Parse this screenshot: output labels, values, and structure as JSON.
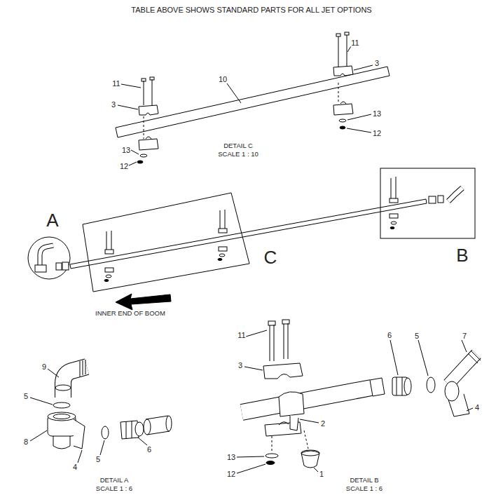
{
  "diagram": {
    "title": "TABLE ABOVE SHOWS STANDARD PARTS FOR ALL JET OPTIONS",
    "labels": [
      "11",
      "3",
      "10",
      "11",
      "3",
      "13",
      "12",
      "DETAIL C",
      "SCALE 1 : 10",
      "13",
      "12",
      "A",
      "C",
      "B",
      "INNER END OF BOOM",
      "11",
      "6",
      "5",
      "7",
      "9",
      "3",
      "5",
      "4",
      "2",
      "8",
      "6",
      "13",
      "5",
      "4",
      "12",
      "1",
      "DETAIL A",
      "SCALE 1 : 6",
      "DETAIL B",
      "SCALE 1 : 6"
    ]
  }
}
